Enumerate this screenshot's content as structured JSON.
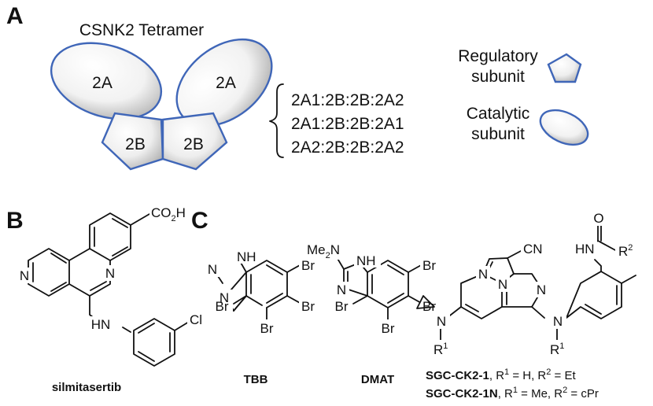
{
  "panels": {
    "a": "A",
    "b": "B",
    "c": "C"
  },
  "tetramer": {
    "title": "CSNK2 Tetramer",
    "catalytic_left": "2A",
    "catalytic_right": "2A",
    "regulatory_left": "2B",
    "regulatory_right": "2B",
    "combinations": [
      "2A1:2B:2B:2A2",
      "2A1:2B:2B:2A1",
      "2A2:2B:2B:2A2"
    ]
  },
  "legend": {
    "regulatory": [
      "Regulatory",
      "subunit"
    ],
    "catalytic": [
      "Catalytic",
      "subunit"
    ]
  },
  "colors": {
    "outline": "#3f66b8",
    "fill_light": "#ffffff",
    "fill_dark": "#9a9a9a"
  },
  "compounds": {
    "silmitasertib": {
      "name": "silmitasertib",
      "atoms": {
        "acid": "CO",
        "acid_sub": "2",
        "acid_h": "H",
        "n_ring": "N",
        "n_core": "N",
        "nh": "HN",
        "cl": "Cl"
      }
    },
    "tbb": {
      "name": "TBB",
      "atoms": {
        "nh": "NH",
        "n1": "N",
        "n2": "N",
        "br1": "Br",
        "br2": "Br",
        "br3": "Br",
        "br4": "Br"
      }
    },
    "dmat": {
      "name": "DMAT",
      "atoms": {
        "me2n_a": "Me",
        "me2n_sub": "2",
        "me2n_b": "N",
        "nh": "NH",
        "n": "N",
        "br1": "Br",
        "br2": "Br",
        "br3": "Br",
        "br4": "Br"
      }
    },
    "sgc": {
      "atoms": {
        "cn": "CN",
        "n_pyr1": "N",
        "n_pyr2": "N",
        "n_pym": "N",
        "o": "O",
        "hn": "HN",
        "r2": "R",
        "r2_sup": "2",
        "n_left": "N",
        "r1_left": "R",
        "r1_left_sup": "1",
        "n_right": "N",
        "r1_right": "R",
        "r1_right_sup": "1"
      },
      "captions": [
        {
          "name": "SGC-CK2-1",
          "pre1": ", R",
          "sup1": "1",
          "mid": " = H, R",
          "sup2": "2",
          "post": " = Et"
        },
        {
          "name": "SGC-CK2-1N",
          "pre1": ", R",
          "sup1": "1",
          "mid": " = Me, R",
          "sup2": "2",
          "post": " = cPr"
        }
      ]
    }
  }
}
